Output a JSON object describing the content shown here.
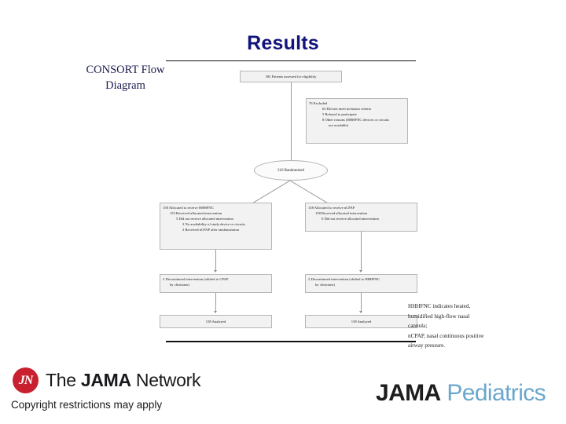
{
  "slide": {
    "title": "Results",
    "caption_line1": "CONSORT Flow",
    "caption_line2": "Diagram",
    "copyright": "Copyright restrictions may apply",
    "accent_color": "#12147c",
    "jama_red": "#c8202e",
    "pediatrics_blue": "#6aa7cd"
  },
  "branding": {
    "network_mark": "JN",
    "network_the": "The ",
    "network_jama": "JAMA",
    "network_network": " Network",
    "journal_jama": "JAMA",
    "journal_title": " Pediatrics"
  },
  "flow": {
    "assessed": "392 Patients assessed for eligibility",
    "excluded_header": "76 Excluded",
    "excluded_items": [
      "63 Did not meet inclusion criteria",
      "5 Refused to participate",
      "8 Other reasons (HHHFNC devices or circuits",
      "not available)"
    ],
    "randomized": "316 Randomized",
    "left_arm": {
      "allocated": "158 Allocated to receive HHHFNC",
      "received": "153 Received allocated intervention",
      "not_received": "5 Did not receive allocated intervention",
      "reason1": "3 No availability of study device or circuits",
      "reason2": "2 Received nCPAP after randomization",
      "discontinued_l1": "2 Discontinued intervention (shifted to CPAP",
      "discontinued_l2": "by clinicians)",
      "analyzed": "158 Analyzed"
    },
    "right_arm": {
      "allocated": "158 Allocated to receive nCPAP",
      "received": "158 Received allocated intervention",
      "not_received": "0 Did not receive allocated intervention",
      "discontinued_l1": "2 Discontinued intervention (shifted to HHHFNC",
      "discontinued_l2": "by clinicians)",
      "analyzed": "158 Analyzed"
    },
    "footnote": [
      "HHHFNC indicates heated,",
      "humidified high-flow nasal cannula;",
      "nCPAP, nasal continuous positive",
      "airway pressure."
    ]
  },
  "chart_data": {
    "type": "diagram",
    "title": "CONSORT Flow Diagram",
    "nodes": [
      {
        "id": "assessed",
        "label": "392 Patients assessed for eligibility",
        "value": 392
      },
      {
        "id": "excluded",
        "label": "76 Excluded",
        "value": 76,
        "children": [
          {
            "label": "Did not meet inclusion criteria",
            "value": 63
          },
          {
            "label": "Refused to participate",
            "value": 5
          },
          {
            "label": "Other reasons (HHHFNC devices or circuits not available)",
            "value": 8
          }
        ]
      },
      {
        "id": "randomized",
        "label": "316 Randomized",
        "value": 316
      },
      {
        "id": "alloc-hhhfnc",
        "label": "158 Allocated to receive HHHFNC",
        "value": 158,
        "children": [
          {
            "label": "Received allocated intervention",
            "value": 153
          },
          {
            "label": "Did not receive allocated intervention",
            "value": 5
          },
          {
            "label": "No availability of study device or circuits",
            "value": 3
          },
          {
            "label": "Received nCPAP after randomization",
            "value": 2
          }
        ]
      },
      {
        "id": "alloc-ncpap",
        "label": "158 Allocated to receive nCPAP",
        "value": 158,
        "children": [
          {
            "label": "Received allocated intervention",
            "value": 158
          },
          {
            "label": "Did not receive allocated intervention",
            "value": 0
          }
        ]
      },
      {
        "id": "disc-left",
        "label": "2 Discontinued intervention (shifted to CPAP by clinicians)",
        "value": 2
      },
      {
        "id": "disc-right",
        "label": "2 Discontinued intervention (shifted to HHHFNC by clinicians)",
        "value": 2
      },
      {
        "id": "analyzed-left",
        "label": "158 Analyzed",
        "value": 158
      },
      {
        "id": "analyzed-right",
        "label": "158 Analyzed",
        "value": 158
      }
    ],
    "edges": [
      {
        "from": "assessed",
        "to": "excluded"
      },
      {
        "from": "assessed",
        "to": "randomized"
      },
      {
        "from": "randomized",
        "to": "alloc-hhhfnc"
      },
      {
        "from": "randomized",
        "to": "alloc-ncpap"
      },
      {
        "from": "alloc-hhhfnc",
        "to": "disc-left"
      },
      {
        "from": "alloc-ncpap",
        "to": "disc-right"
      },
      {
        "from": "disc-left",
        "to": "analyzed-left"
      },
      {
        "from": "disc-right",
        "to": "analyzed-right"
      }
    ]
  }
}
